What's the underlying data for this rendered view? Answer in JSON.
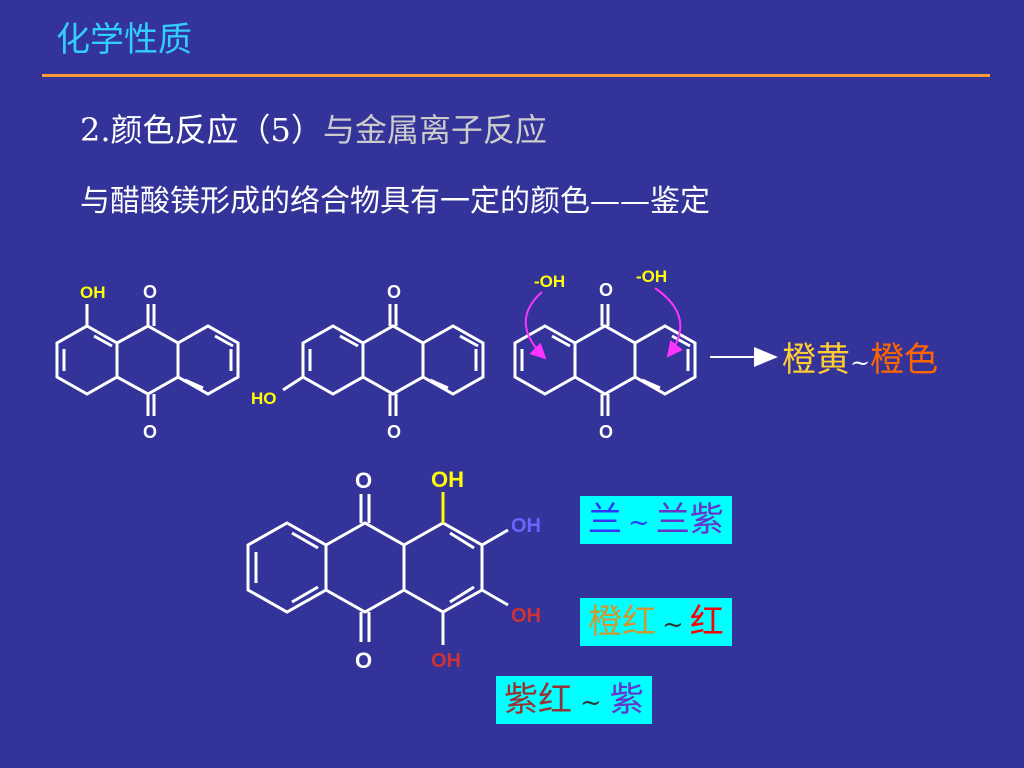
{
  "page": {
    "title": "化学性质",
    "heading_part1": "2.颜色反应（5）",
    "heading_part2": "与金属离子反应",
    "subtitle": "与醋酸镁形成的络合物具有一定的颜色——鉴定"
  },
  "structure1": {
    "oh": "OH",
    "o_top": "O",
    "o_bottom": "O"
  },
  "structure2": {
    "ho": "HO",
    "o_top": "O",
    "o_bottom": "O"
  },
  "structure3": {
    "oh_left": "-OH",
    "oh_right": "-OH",
    "o_top": "O",
    "o_bottom": "O"
  },
  "structure4": {
    "o_top": "O",
    "o_bottom": "O",
    "oh1": "OH",
    "oh2": "OH",
    "oh3": "OH",
    "oh4": "OH"
  },
  "results": {
    "r1_a": "橙黄",
    "r1_sep": "~",
    "r1_b": "橙色",
    "r2_a": "兰",
    "r2_sep": "~",
    "r2_b": "兰紫",
    "r3_a": "橙红",
    "r3_sep": "~",
    "r3_b": "红",
    "r4_a": "紫红",
    "r4_sep": "~",
    "r4_b": "紫"
  },
  "colors": {
    "background": "#333399",
    "title": "#33ccff",
    "rule": "#ff9933",
    "oh_yellow": "#ffff00",
    "oh_blue": "#6666ff",
    "oh_red": "#cc3333",
    "arrow_magenta": "#ff33ff",
    "box": "#00ffff"
  }
}
